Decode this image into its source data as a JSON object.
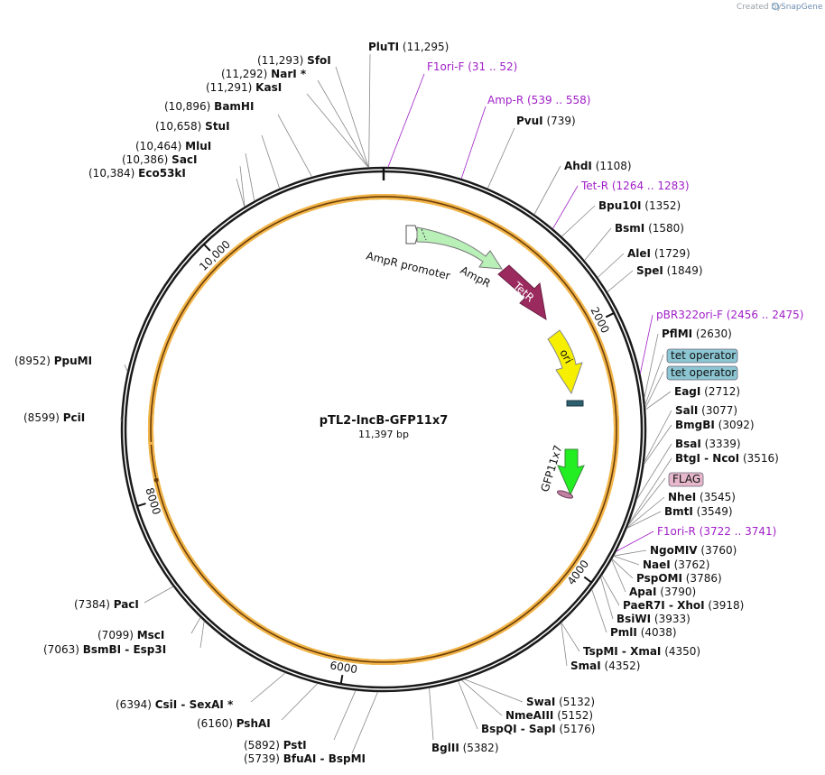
{
  "credit": {
    "prefix": "Created by",
    "brand": "SnapGene"
  },
  "plasmid": {
    "name": "pTL2-IncB-GFP11x7",
    "size": "11,397 bp",
    "length": 11397
  },
  "ticks": [
    "2000",
    "4000",
    "6000",
    "8000",
    "10,000"
  ],
  "features": {
    "amp_promoter": "AmpR promoter",
    "ampr": "AmpR",
    "tetr": "TetR",
    "ori": "ori",
    "gfp": "GFP11x7"
  },
  "sites_top": [
    {
      "name": "PluTI",
      "pos": "(11,295)"
    },
    {
      "name": "F1ori-F",
      "pos": "(31 .. 52)",
      "primer": true
    },
    {
      "name": "Amp-R",
      "pos": "(539 .. 558)",
      "primer": true
    },
    {
      "name": "PvuI",
      "pos": "(739)"
    }
  ],
  "sites_right": [
    {
      "name": "AhdI",
      "pos": "(1108)"
    },
    {
      "name": "Tet-R",
      "pos": "(1264 .. 1283)",
      "primer": true
    },
    {
      "name": "Bpu10I",
      "pos": "(1352)"
    },
    {
      "name": "BsmI",
      "pos": "(1580)"
    },
    {
      "name": "AleI",
      "pos": "(1729)"
    },
    {
      "name": "SpeI",
      "pos": "(1849)"
    },
    {
      "name": "pBR322ori-F",
      "pos": "(2456 .. 2475)",
      "primer": true
    },
    {
      "name": "PflMI",
      "pos": "(2630)"
    },
    {
      "name": "tet operator",
      "pos": "",
      "box": "tet"
    },
    {
      "name": "tet operator",
      "pos": "",
      "box": "tet"
    },
    {
      "name": "EagI",
      "pos": "(2712)"
    },
    {
      "name": "SalI",
      "pos": "(3077)"
    },
    {
      "name": "BmgBI",
      "pos": "(3092)"
    },
    {
      "name": "BsaI",
      "pos": "(3339)"
    },
    {
      "name": "BtgI - NcoI",
      "pos": "(3516)"
    },
    {
      "name": "FLAG",
      "pos": "",
      "box": "flag"
    },
    {
      "name": "NheI",
      "pos": "(3545)"
    },
    {
      "name": "BmtI",
      "pos": "(3549)"
    },
    {
      "name": "F1ori-R",
      "pos": "(3722 .. 3741)",
      "primer": true
    },
    {
      "name": "NgoMIV",
      "pos": "(3760)"
    },
    {
      "name": "NaeI",
      "pos": "(3762)"
    },
    {
      "name": "PspOMI",
      "pos": "(3786)"
    },
    {
      "name": "ApaI",
      "pos": "(3790)"
    },
    {
      "name": "PaeR7I - XhoI",
      "pos": "(3918)"
    },
    {
      "name": "BsiWI",
      "pos": "(3933)"
    },
    {
      "name": "PmlI",
      "pos": "(4038)"
    },
    {
      "name": "TspMI - XmaI",
      "pos": "(4350)"
    },
    {
      "name": "SmaI",
      "pos": "(4352)"
    }
  ],
  "sites_bottom": [
    {
      "name": "SwaI",
      "pos": "(5132)"
    },
    {
      "name": "NmeAIII",
      "pos": "(5152)"
    },
    {
      "name": "BspQI - SapI",
      "pos": "(5176)"
    },
    {
      "name": "BglII",
      "pos": "(5382)"
    },
    {
      "name": "PstI",
      "pos": "(5892)"
    },
    {
      "name": "BfuAI - BspMI",
      "pos": "(5739)"
    },
    {
      "name": "PshAI",
      "pos": "(6160)"
    },
    {
      "name": "CsiI - SexAI *",
      "pos": "(6394)"
    }
  ],
  "sites_left": [
    {
      "name": "PacI",
      "pos": "(7384)"
    },
    {
      "name": "MscI",
      "pos": "(7099)"
    },
    {
      "name": "BsmBI - Esp3I",
      "pos": "(7063)"
    },
    {
      "name": "PciI",
      "pos": "(8599)"
    },
    {
      "name": "PpuMI",
      "pos": "(8952)"
    },
    {
      "name": "Eco53kI",
      "pos": "(10,384)"
    },
    {
      "name": "SacI",
      "pos": "(10,386)"
    },
    {
      "name": "MluI",
      "pos": "(10,464)"
    },
    {
      "name": "StuI",
      "pos": "(10,658)"
    },
    {
      "name": "BamHI",
      "pos": "(10,896)"
    },
    {
      "name": "KasI",
      "pos": "(11,291)"
    },
    {
      "name": "NarI *",
      "pos": "(11,292)"
    },
    {
      "name": "SfoI",
      "pos": "(11,293)"
    }
  ],
  "colors": {
    "ring": "#1a1a1a",
    "orf": "#f3b54a",
    "orf_core": "#6b3e0a",
    "gfp_orf": "#8bd14c",
    "primer": "#a020c8",
    "ampr": "#b8f0b8",
    "tetr": "#9b2a5f",
    "ori": "#f6f000",
    "gfp": "#22ee22",
    "tet_box": "#8cc6d3",
    "flag_box": "#e7b8cb"
  }
}
